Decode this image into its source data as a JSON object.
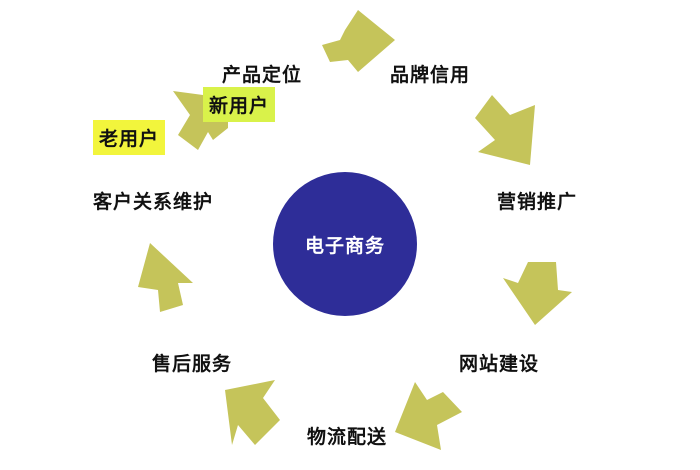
{
  "diagram": {
    "center": {
      "label": "电子商务",
      "color": "#2e2d98"
    },
    "arrow_color": "#c5c45a",
    "nodes": [
      {
        "id": "product",
        "label": "产品定位"
      },
      {
        "id": "brand",
        "label": "品牌信用"
      },
      {
        "id": "marketing",
        "label": "营销推广"
      },
      {
        "id": "website",
        "label": "网站建设"
      },
      {
        "id": "logistics",
        "label": "物流配送"
      },
      {
        "id": "aftersales",
        "label": "售后服务"
      },
      {
        "id": "crm",
        "label": "客户关系维护"
      }
    ],
    "highlights": [
      {
        "id": "old-users",
        "label": "老用户",
        "color": "#f2f53c"
      },
      {
        "id": "new-users",
        "label": "新用户",
        "color": "#d9f24a"
      }
    ]
  }
}
